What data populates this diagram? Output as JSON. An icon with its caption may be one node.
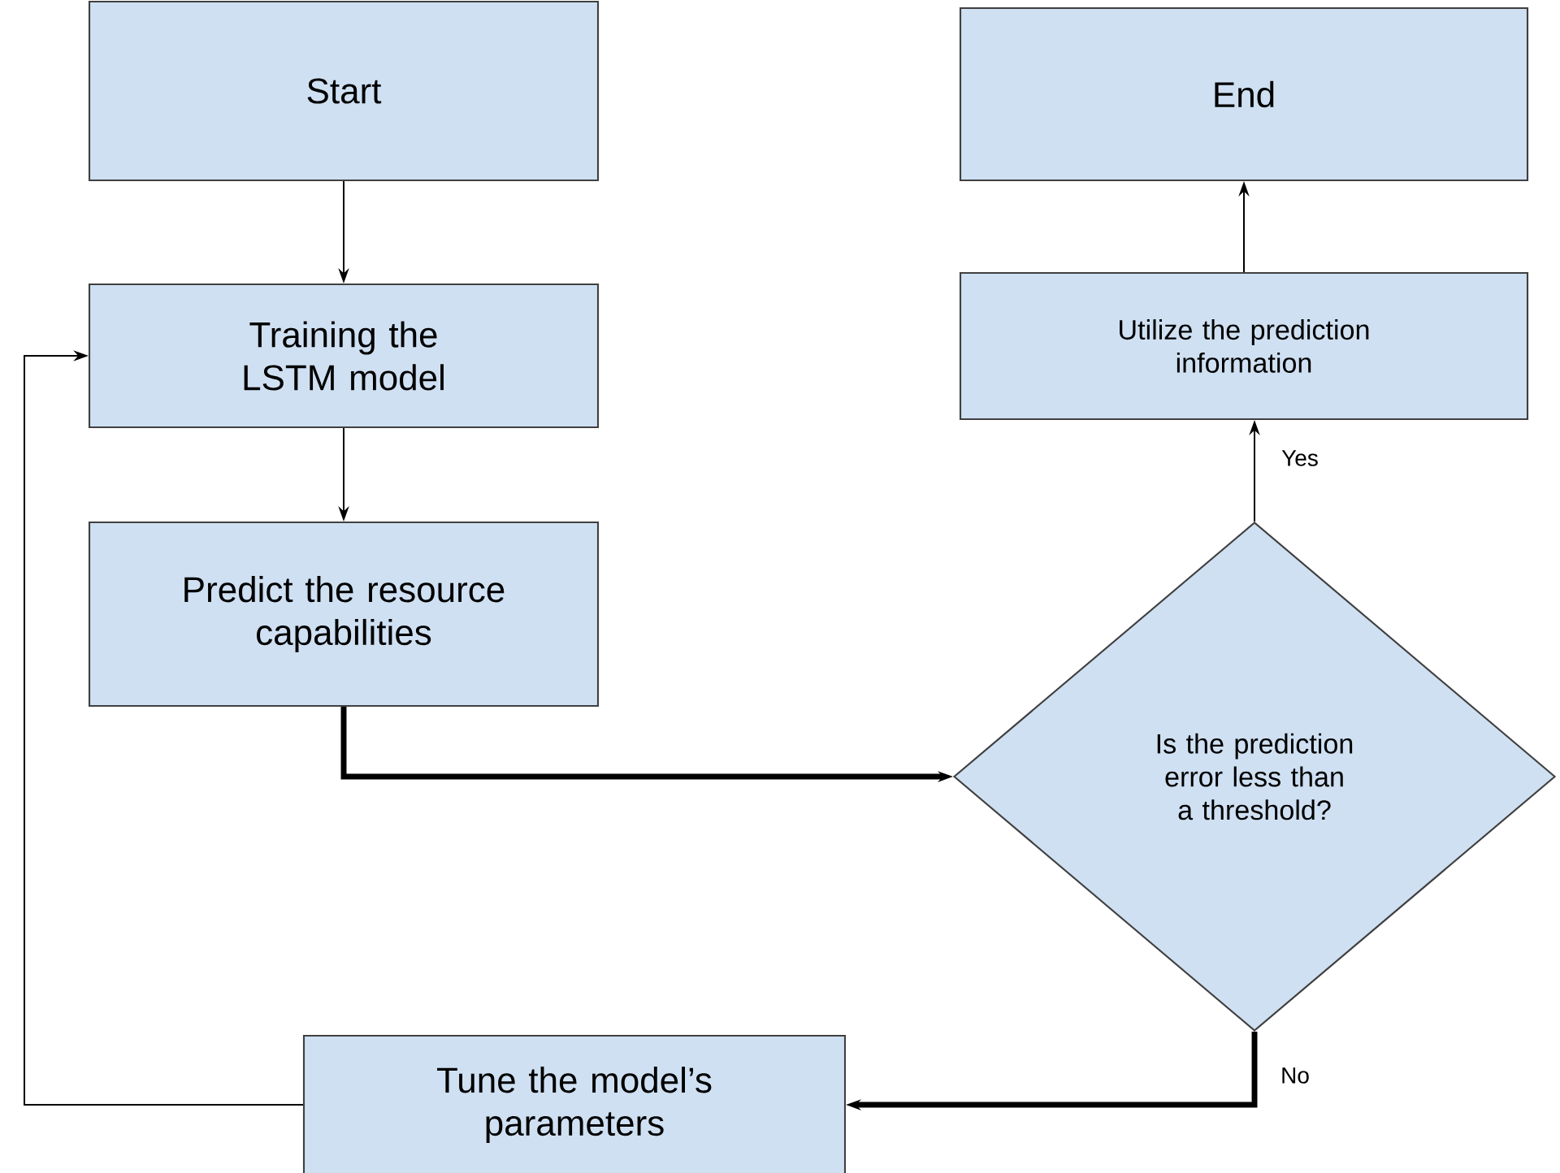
{
  "diagram": {
    "nodes": [
      {
        "text": [
          "Start"
        ]
      },
      {
        "text": [
          "Training the LSTM model"
        ]
      },
      {
        "text": [
          "Predict the resource capabilities"
        ]
      },
      {
        "text": [
          "Is the prediction error less than a threshold?"
        ]
      },
      {
        "text": [
          "Utilize the prediction information"
        ]
      },
      {
        "text": [
          "End"
        ]
      },
      {
        "text": [
          "Tune the model’s parameters"
        ]
      }
    ],
    "edges": [
      {
        "from": 0,
        "to": 1,
        "arrow": "to"
      },
      {
        "from": 1,
        "to": 2,
        "arrow": "to"
      },
      {
        "from": 2,
        "to": 3,
        "arrow": "to",
        "style": "thick"
      },
      {
        "from": 3,
        "to": 4,
        "arrow": "to",
        "label": "Yes"
      },
      {
        "from": 4,
        "to": 5,
        "arrow": "to"
      },
      {
        "from": 3,
        "to": 6,
        "arrow": "to",
        "label": "No",
        "style": "thick"
      },
      {
        "from": 6,
        "to": 1,
        "arrow": "to"
      }
    ]
  }
}
